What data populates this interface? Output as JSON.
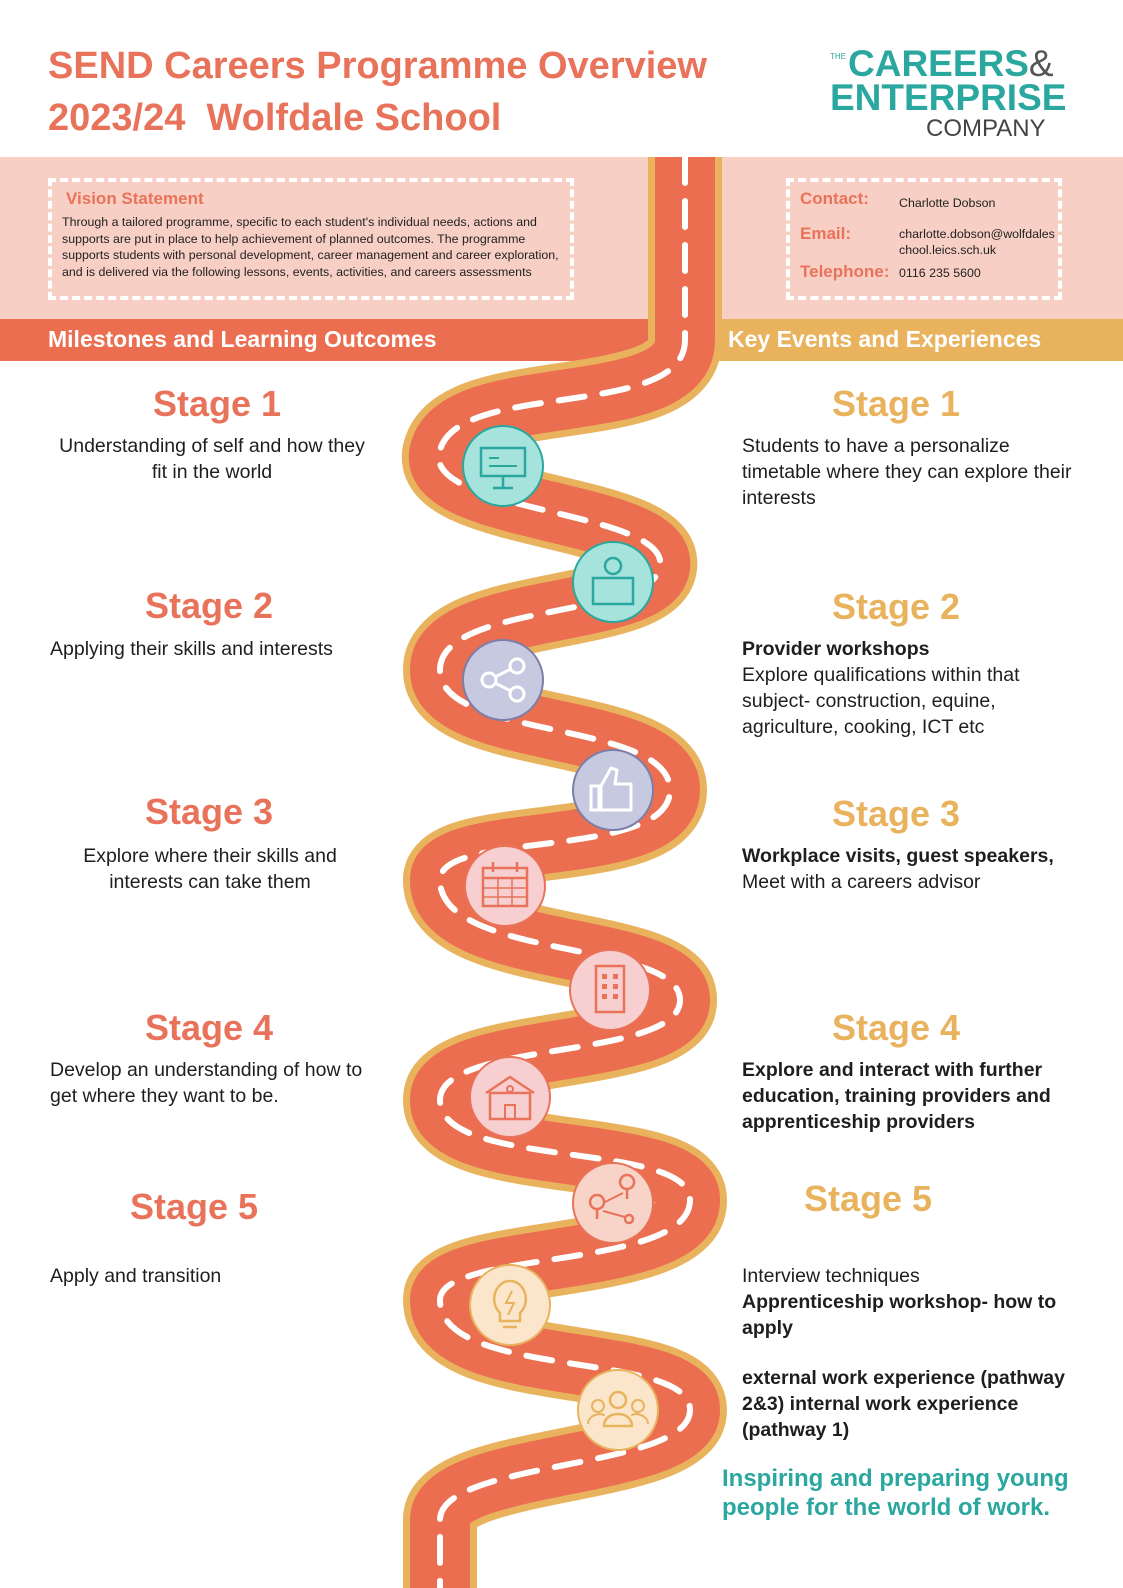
{
  "header": {
    "title_line1": "SEND Careers Programme Overview",
    "title_line2": "2023/24  Wolfdale School"
  },
  "logo": {
    "the": "THE",
    "line1": "CAREERS",
    "amp": "&",
    "line2": "ENTERPRISE",
    "line3": "COMPANY"
  },
  "vision": {
    "title": "Vision Statement",
    "text": "Through a tailored programme, specific to each student's individual needs, actions and supports are put in place to help achievement of planned outcomes. The programme supports students with personal development, career management and career exploration, and is delivered via the following lessons, events, activities, and careers assessments"
  },
  "contact": {
    "contact_label": "Contact:",
    "contact_value": "Charlotte Dobson",
    "email_label": "Email:",
    "email_value": "charlotte.dobson@wolfdaleschool.leics.sch.uk",
    "phone_label": "Telephone:",
    "phone_value": "0116 235 5600"
  },
  "sections": {
    "left_heading": "Milestones and Learning Outcomes",
    "right_heading": "Key Events and Experiences"
  },
  "milestones": [
    {
      "stage": "Stage 1",
      "text": "Understanding of self and how they fit in the world"
    },
    {
      "stage": "Stage 2",
      "text": "Applying their skills and interests"
    },
    {
      "stage": "Stage 3",
      "text": "Explore where their skills and interests can take them"
    },
    {
      "stage": "Stage 4",
      "text": "Develop an understanding of how to get where they want to be."
    },
    {
      "stage": "Stage 5",
      "text": "Apply and transition"
    }
  ],
  "events": [
    {
      "stage": "Stage 1",
      "text": "Students to have a personalize timetable where they can explore their interests"
    },
    {
      "stage": "Stage 2",
      "bold": "Provider workshops",
      "text": "Explore qualifications within that subject- construction, equine, agriculture, cooking, ICT etc"
    },
    {
      "stage": "Stage 3",
      "bold": "Workplace visits, guest speakers,",
      "text": "Meet with a careers advisor"
    },
    {
      "stage": "Stage 4",
      "bold": "Explore and interact with further education, training providers and apprenticeship providers"
    },
    {
      "stage": "Stage 5",
      "text": "Interview techniques",
      "bold": "Apprenticeship workshop- how to apply",
      "bold2": "external work experience (pathway 2&3) internal work experience (pathway 1)"
    }
  ],
  "road_icons": [
    "presentation-board-icon",
    "speaker-at-podium-icon",
    "share-network-icon",
    "thumbs-up-icon",
    "calendar-icon",
    "office-building-icon",
    "school-building-icon",
    "route-map-pins-icon",
    "lightbulb-idea-icon",
    "team-people-icon"
  ],
  "colors": {
    "coral": "#e8735a",
    "gold": "#e9b35e",
    "teal": "#2aa79f",
    "band_pink": "#f8cfc4",
    "road": "#ec6e50"
  },
  "tagline": "Inspiring and preparing young people for the world of work."
}
